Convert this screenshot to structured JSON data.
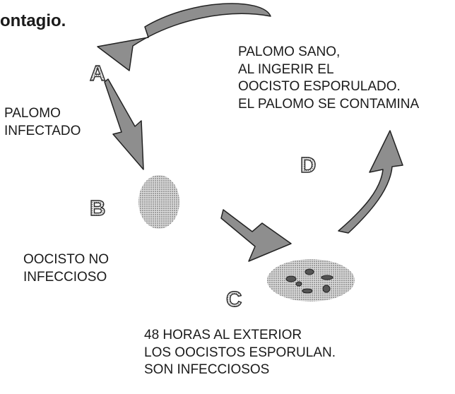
{
  "title": "ontagio.",
  "nodes": {
    "a": {
      "letter": "A",
      "description": [
        "PALOMO",
        "INFECTADO"
      ]
    },
    "b": {
      "letter": "B",
      "description": [
        "OOCISTO NO",
        "INFECCIOSO"
      ]
    },
    "c": {
      "letter": "C",
      "description": [
        "48 HORAS AL EXTERIOR",
        "LOS OOCISTOS ESPORULAN.",
        "SON INFECCIOSOS"
      ]
    },
    "d": {
      "letter": "D",
      "description": [
        "PALOMO SANO,",
        "AL INGERIR EL",
        "OOCISTO ESPORULADO.",
        "EL PALOMO SE CONTAMINA"
      ]
    }
  },
  "colors": {
    "text": "#1a1a1a",
    "arrow_fill": "#8e8e8e",
    "arrow_stroke": "#222222",
    "stipple": "#555555"
  }
}
